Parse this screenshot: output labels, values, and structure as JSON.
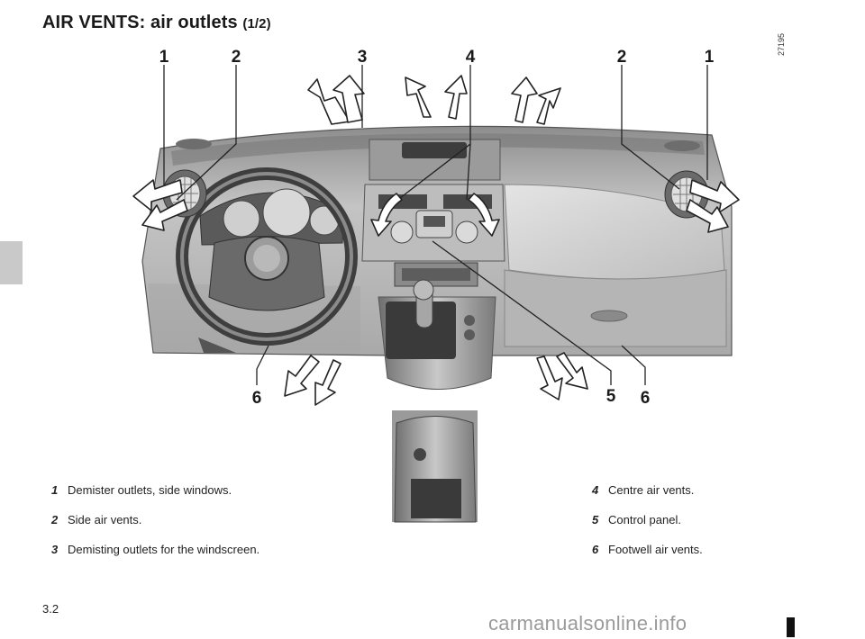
{
  "header": {
    "title": "AIR VENTS: air outlets",
    "subtitle": "(1/2)"
  },
  "figure": {
    "code": "27195",
    "callouts": {
      "c1": "1",
      "c2": "2",
      "c3": "3",
      "c4": "4",
      "c5": "5",
      "c6": "6"
    }
  },
  "legend": {
    "left": [
      {
        "key": "1",
        "text": "Demister outlets, side windows."
      },
      {
        "key": "2",
        "text": "Side air vents."
      },
      {
        "key": "3",
        "text": "Demisting outlets for the windscreen."
      }
    ],
    "right": [
      {
        "key": "4",
        "text": "Centre air vents."
      },
      {
        "key": "5",
        "text": "Control panel."
      },
      {
        "key": "6",
        "text": "Footwell air vents."
      }
    ]
  },
  "footer": {
    "page_number": "3.2",
    "watermark": "carmanualsonline.info"
  }
}
